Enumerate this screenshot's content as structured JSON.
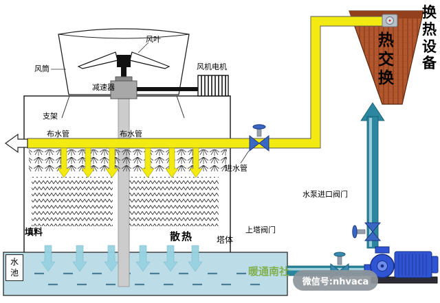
{
  "labels": {
    "fan_blade": "风叶",
    "fan_duct": "风筒",
    "fan_motor": "风机电机",
    "reducer": "减速器",
    "bracket": "支架",
    "dist_pipe": "布水管",
    "inlet_pipe": "进水管",
    "filler": "填料",
    "heat_dissipation": "散热",
    "tower_body": "塔体",
    "tower_valve": "上塔阀门",
    "pump_inlet_valve": "水泵进口阀门",
    "pool": "水池",
    "heat_exchange": "热交换",
    "hx_equipment": "换热设备"
  },
  "watermarks": {
    "brand": "暖通南社",
    "wechat": "微信号:nhvaca"
  },
  "colors": {
    "hot_pipe": "#f2ea10",
    "cold_pipe": "#2b87a0",
    "cold_arrow": "#98d2e0",
    "pool_fill": "#bcdde8",
    "exchanger": "#b2572e",
    "pump_blue": "#2f55d4"
  }
}
